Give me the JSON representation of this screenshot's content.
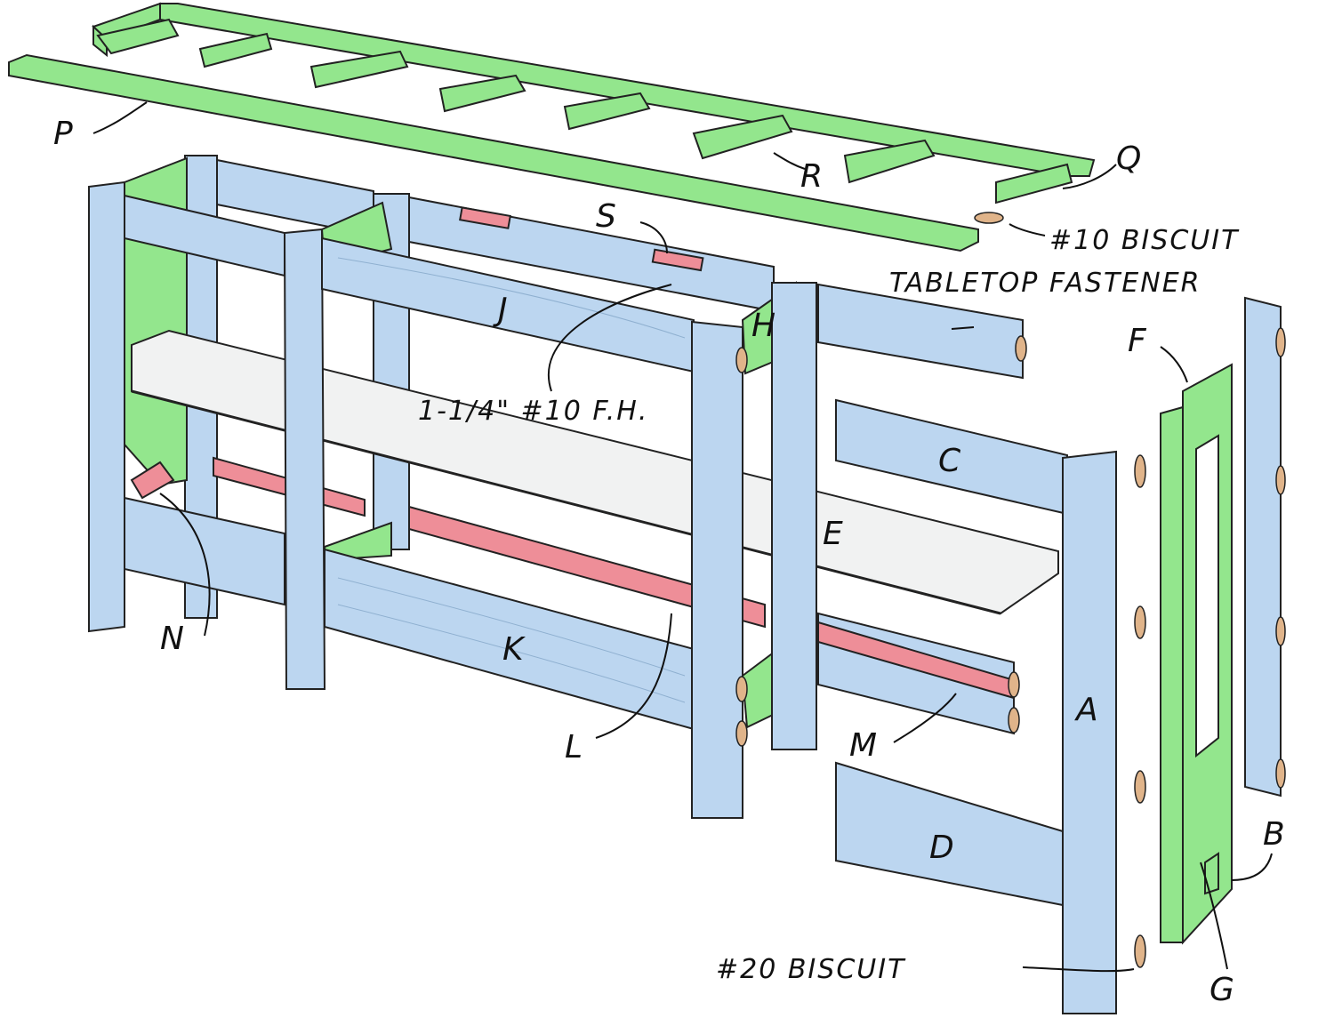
{
  "title": "Exploded view of console table assembly",
  "labels": {
    "P": "P",
    "Q": "Q",
    "R": "R",
    "S": "S",
    "J": "J",
    "H": "H",
    "F": "F",
    "C": "C",
    "E": "E",
    "N": "N",
    "K": "K",
    "L": "L",
    "M": "M",
    "A": "A",
    "D": "D",
    "B": "B",
    "G": "G"
  },
  "callouts": {
    "biscuit_10": "#10 BISCUIT",
    "tabletop_fastener": "TABLETOP FASTENER",
    "screw": "1-1/4\" #10 F.H.",
    "biscuit_20": "#20 BISCUIT"
  },
  "colors": {
    "wood_blue": "#bcd6f0",
    "frame_green": "#93e68d",
    "cleat_pink": "#ee8e98",
    "shelf": "#f1f2f2"
  }
}
